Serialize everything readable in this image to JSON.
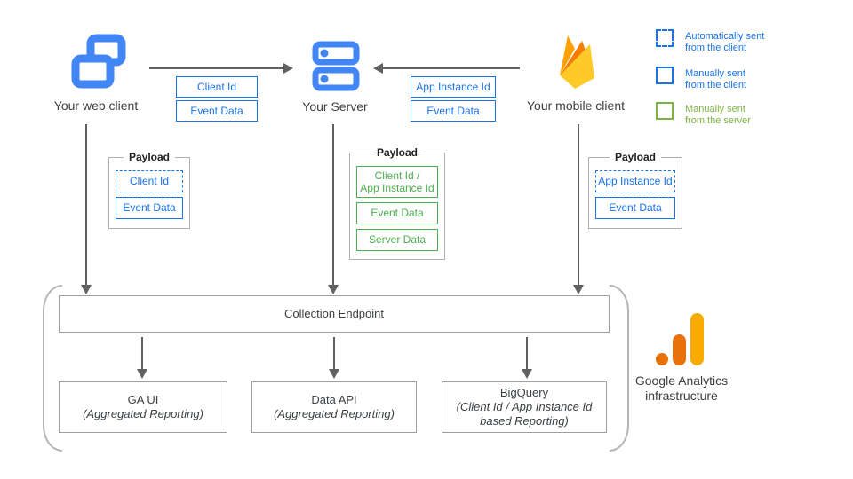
{
  "nodes": {
    "web_client": {
      "label": "Your web client"
    },
    "server": {
      "label": "Your Server"
    },
    "mobile_client": {
      "label": "Your mobile client"
    }
  },
  "edge_labels": {
    "web_to_server": [
      "Client Id",
      "Event Data"
    ],
    "mobile_to_server": [
      "App Instance Id",
      "Event Data"
    ]
  },
  "payloads": {
    "web": {
      "title": "Payload",
      "items": [
        {
          "label": "Client Id"
        },
        {
          "label": "Event Data"
        }
      ]
    },
    "server": {
      "title": "Payload",
      "items": [
        {
          "label": "Client Id /\nApp Instance Id"
        },
        {
          "label": "Event Data"
        },
        {
          "label": "Server Data"
        }
      ]
    },
    "mobile": {
      "title": "Payload",
      "items": [
        {
          "label": "App Instance Id"
        },
        {
          "label": "Event Data"
        }
      ]
    }
  },
  "legend": {
    "items": [
      {
        "label": "Automatically sent\nfrom the client",
        "style": "dashed-blue"
      },
      {
        "label": "Manually sent\nfrom the client",
        "style": "solid-blue"
      },
      {
        "label": "Manually sent\nfrom the server",
        "style": "solid-green"
      }
    ]
  },
  "infrastructure": {
    "endpoint_label": "Collection Endpoint",
    "services": [
      {
        "name": "GA UI",
        "subtitle": "(Aggregated Reporting)"
      },
      {
        "name": "Data API",
        "subtitle": "(Aggregated Reporting)"
      },
      {
        "name": "BigQuery",
        "subtitle": "(Client Id / App Instance Id\nbased Reporting)"
      }
    ],
    "caption": "Google Analytics\ninfrastructure"
  },
  "colors": {
    "icon_blue": "#4285f4",
    "box_blue": "#1a73e8",
    "box_green": "#4caf50",
    "legend_green": "#7cb342",
    "arrow_gray": "#616161",
    "border_gray": "#9e9e9e",
    "ga_orange": "#e8710a",
    "ga_amber": "#f9ab00",
    "firebase_amber": "#ffa000",
    "firebase_orange": "#f57c00",
    "firebase_yellow": "#ffca28"
  }
}
